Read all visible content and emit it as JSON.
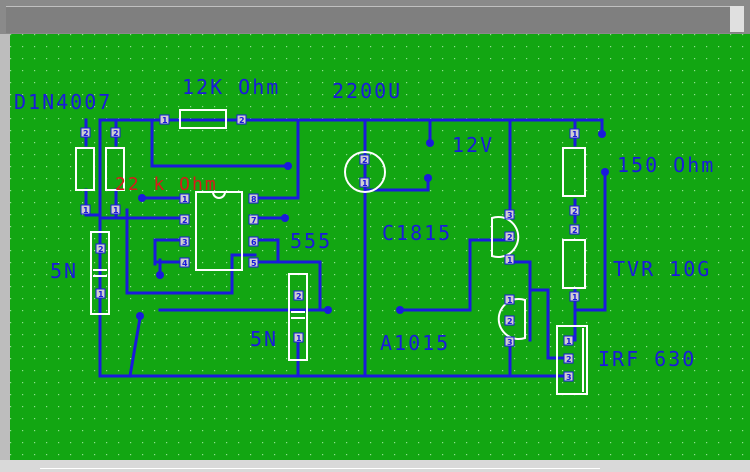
{
  "labels": {
    "diode": "D1N4007",
    "r1": "12K Ohm",
    "cap_big": "2200U",
    "voltage": "12V",
    "r2": "22 k Ohm",
    "r3": "150 Ohm",
    "t1": "C1815",
    "ic": "555",
    "c1": "5N",
    "c2": "5N",
    "tvr": "TVR 10G",
    "t2": "A1015",
    "mosfet": "IRF 630"
  },
  "colors": {
    "board": "#12a612",
    "wire": "#1a1adc",
    "outline": "#ffffff",
    "highlight": "#d81a1a"
  }
}
